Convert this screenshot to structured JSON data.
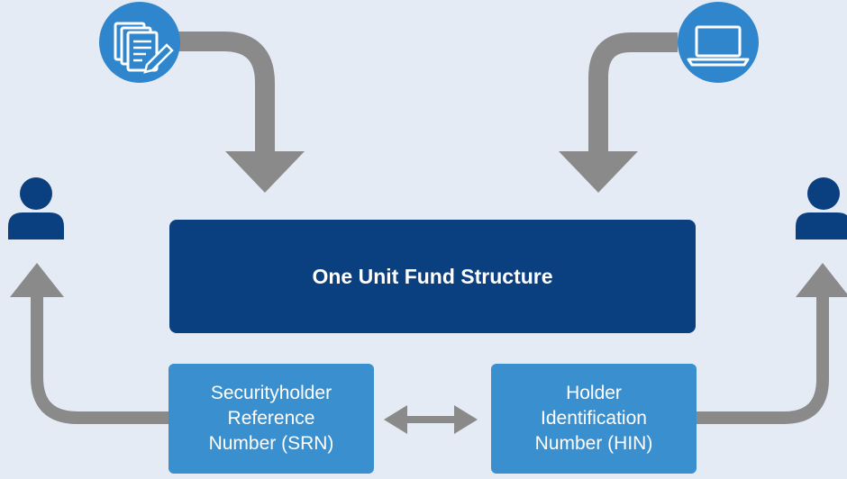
{
  "main_box": {
    "label": "One Unit Fund Structure"
  },
  "srn_box": {
    "lines": [
      "Securityholder",
      "Reference",
      "Number (SRN)"
    ]
  },
  "hin_box": {
    "lines": [
      "Holder",
      "Identification",
      "Number (HIN)"
    ]
  },
  "icons": {
    "top_left": "documents-edit-icon",
    "top_right": "laptop-icon",
    "left_person": "person-icon",
    "right_person": "person-icon"
  },
  "colors": {
    "background": "#e5ebf5",
    "main_box": "#0b4080",
    "small_box": "#3a8fcf",
    "icon_circle": "#2f86cc",
    "person": "#0b4080",
    "arrow": "#8a8a8a"
  }
}
